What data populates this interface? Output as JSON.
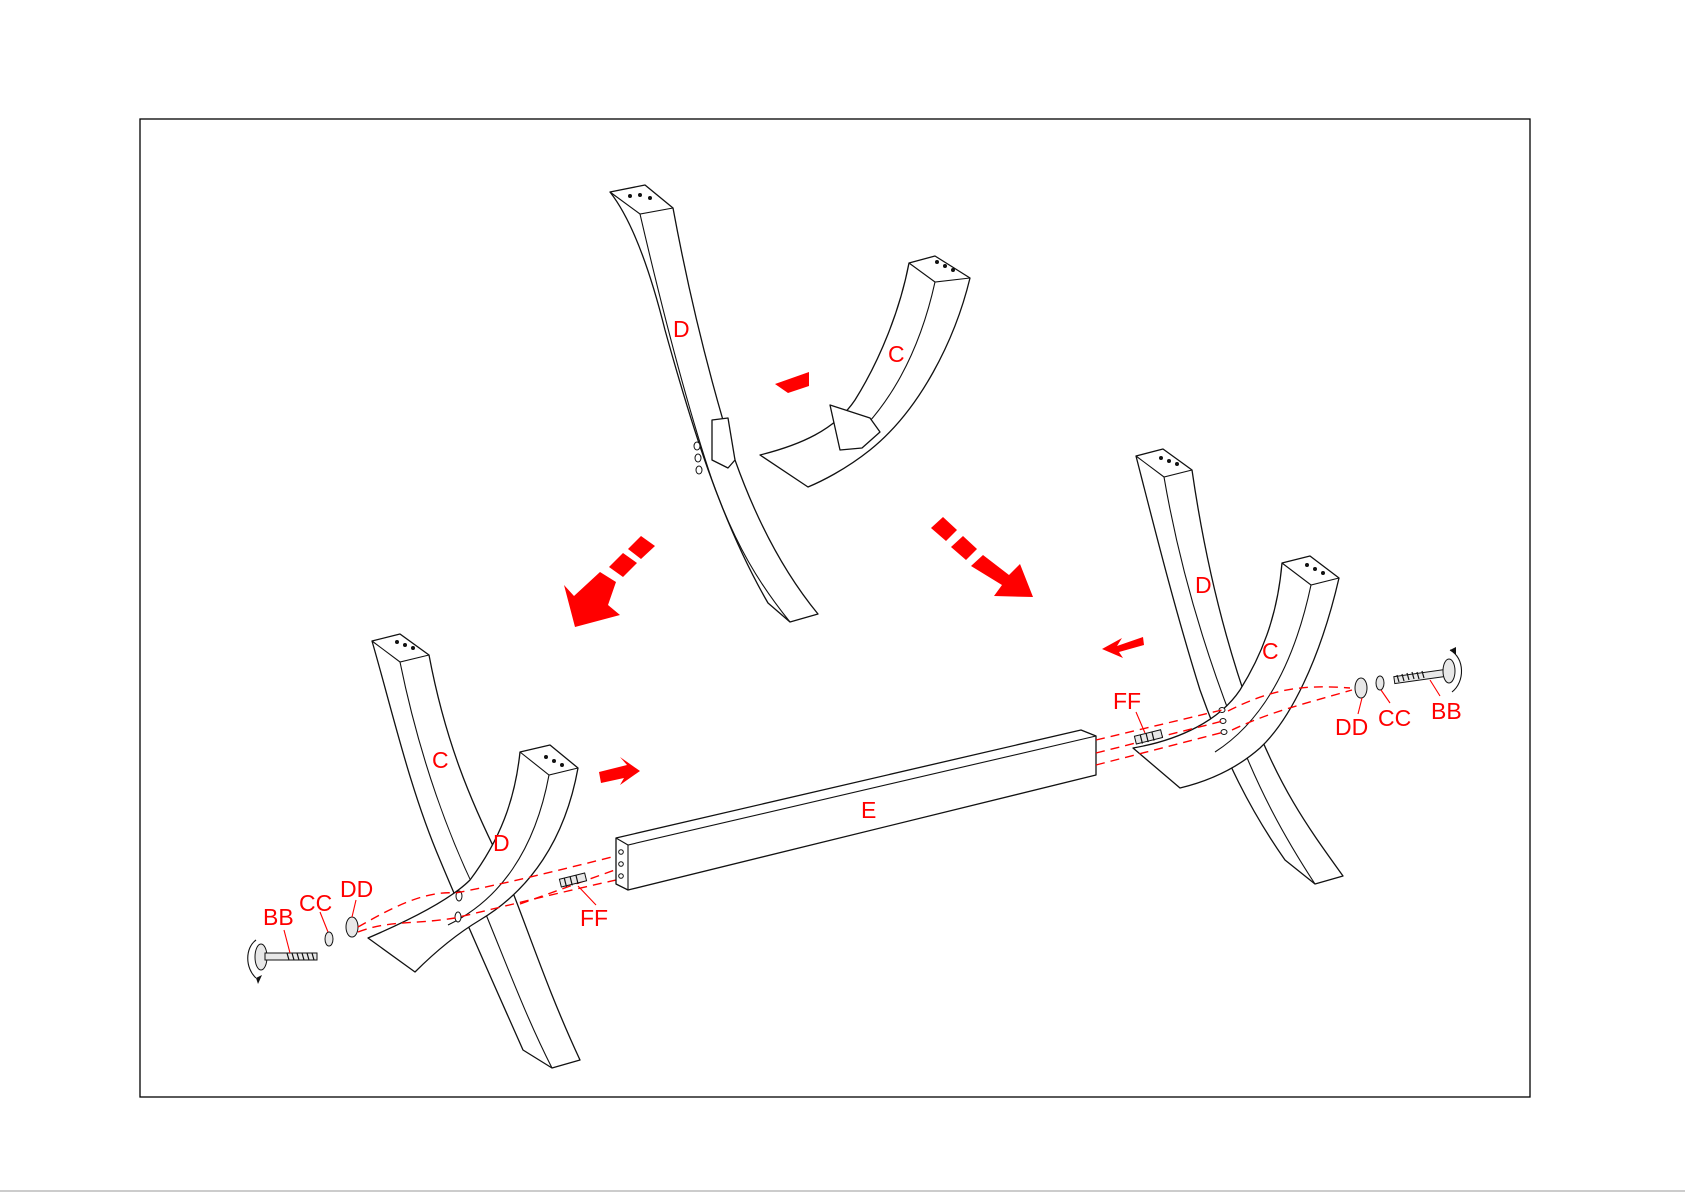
{
  "labels": {
    "leg_d": "D",
    "leg_c": "C",
    "beam_e": "E",
    "bolt": "BB",
    "spring_washer": "CC",
    "flat_washer": "DD",
    "dowel": "FF"
  },
  "colors": {
    "annotation": "#ff0000",
    "line_art": "#111111",
    "background": "#ffffff"
  }
}
